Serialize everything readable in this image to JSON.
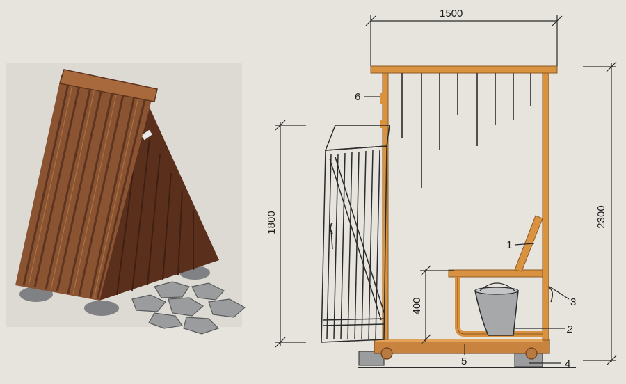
{
  "dimensions": {
    "width_label": "1500",
    "height_total_label": "2300",
    "door_height_label": "1800",
    "seat_height_label": "400"
  },
  "callouts": {
    "c1": "1",
    "c2": "2",
    "c3": "3",
    "c4": "4",
    "c5": "5",
    "c6": "6"
  },
  "colors": {
    "background": "#e6e4dd",
    "wood_dark": "#6b3a24",
    "wood_mid": "#8a5433",
    "wood_light": "#c08a52",
    "frame_orange": "#d9923f",
    "stone": "#8c8e90",
    "line": "#2a2a2a"
  }
}
